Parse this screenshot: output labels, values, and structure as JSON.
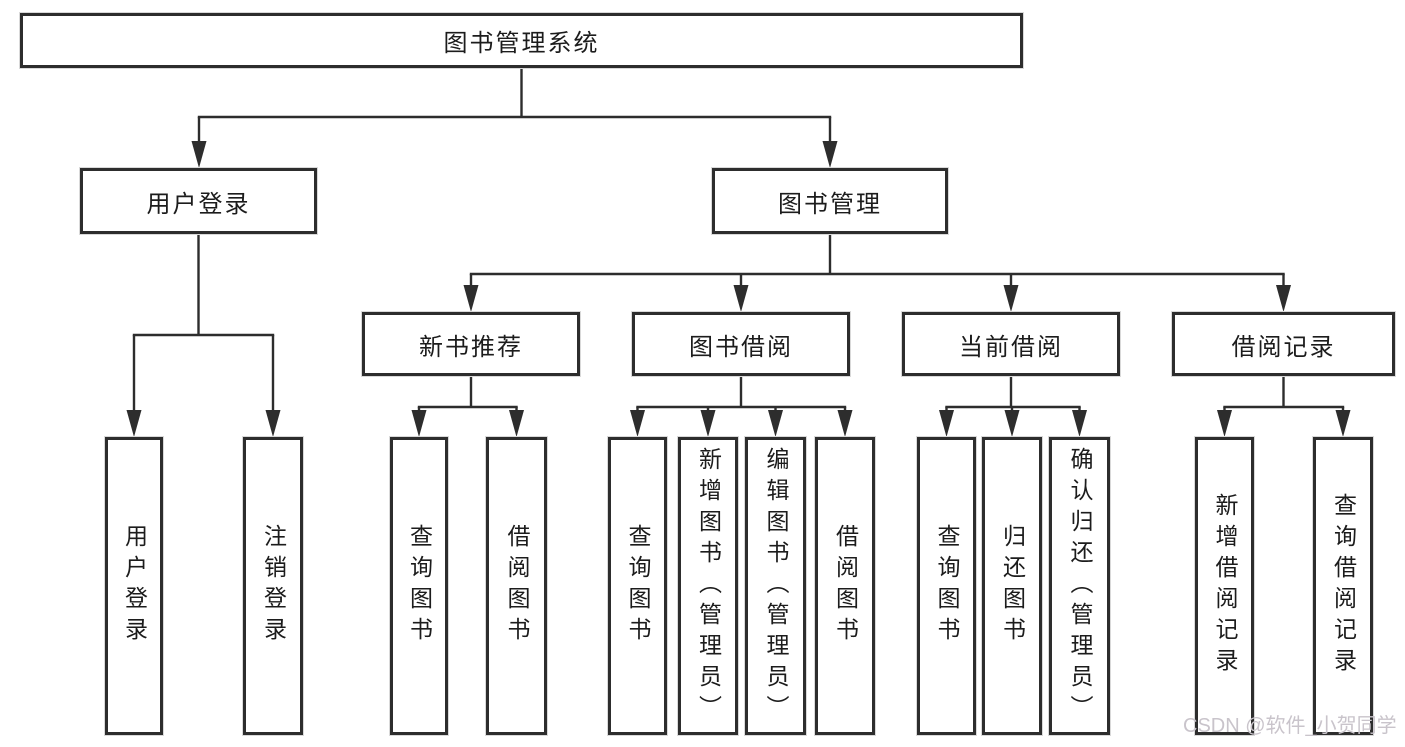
{
  "root": {
    "label": "图书管理系统"
  },
  "level2": [
    {
      "label": "用户登录"
    },
    {
      "label": "图书管理"
    }
  ],
  "level3": [
    {
      "label": "新书推荐"
    },
    {
      "label": "图书借阅"
    },
    {
      "label": "当前借阅"
    },
    {
      "label": "借阅记录"
    }
  ],
  "leaves": [
    {
      "label": "用户登录",
      "parent": "用户登录"
    },
    {
      "label": "注销登录",
      "parent": "用户登录"
    },
    {
      "label": "查询图书",
      "parent": "新书推荐"
    },
    {
      "label": "借阅图书",
      "parent": "新书推荐"
    },
    {
      "label": "查询图书",
      "parent": "图书借阅"
    },
    {
      "label": "新增图书（管理员）",
      "parent": "图书借阅"
    },
    {
      "label": "编辑图书（管理员）",
      "parent": "图书借阅"
    },
    {
      "label": "借阅图书",
      "parent": "图书借阅"
    },
    {
      "label": "查询图书",
      "parent": "当前借阅"
    },
    {
      "label": "归还图书",
      "parent": "当前借阅"
    },
    {
      "label": "确认归还（管理员）",
      "parent": "当前借阅"
    },
    {
      "label": "新增借阅记录",
      "parent": "借阅记录"
    },
    {
      "label": "查询借阅记录",
      "parent": "借阅记录"
    }
  ],
  "watermark": "CSDN @软件_小贺同学",
  "colors": {
    "line": "#2d2d2d",
    "border": "#2d2d2d",
    "text": "#1c1c1c",
    "background": "#ffffff",
    "watermark": "#c9c4cb"
  }
}
